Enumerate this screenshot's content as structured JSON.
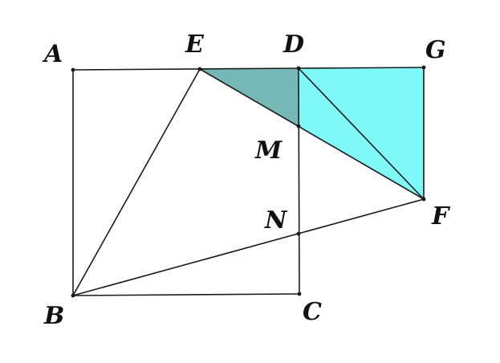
{
  "figure": {
    "points": {
      "A": "A",
      "B": "B",
      "C": "C",
      "D": "D",
      "E": "E",
      "F": "F",
      "G": "G",
      "M": "M",
      "N": "N"
    },
    "segments": [
      [
        "A",
        "D"
      ],
      [
        "D",
        "G"
      ],
      [
        "A",
        "B"
      ],
      [
        "B",
        "C"
      ],
      [
        "C",
        "D"
      ],
      [
        "G",
        "F"
      ],
      [
        "E",
        "F"
      ],
      [
        "D",
        "F"
      ],
      [
        "B",
        "E"
      ],
      [
        "B",
        "F"
      ]
    ],
    "shaded_regions": [
      {
        "vertices": [
          "E",
          "D",
          "M"
        ],
        "color": "#76b7b7"
      },
      {
        "vertices": [
          "D",
          "G",
          "F",
          "M"
        ],
        "color": "#7ff8f8"
      }
    ]
  }
}
